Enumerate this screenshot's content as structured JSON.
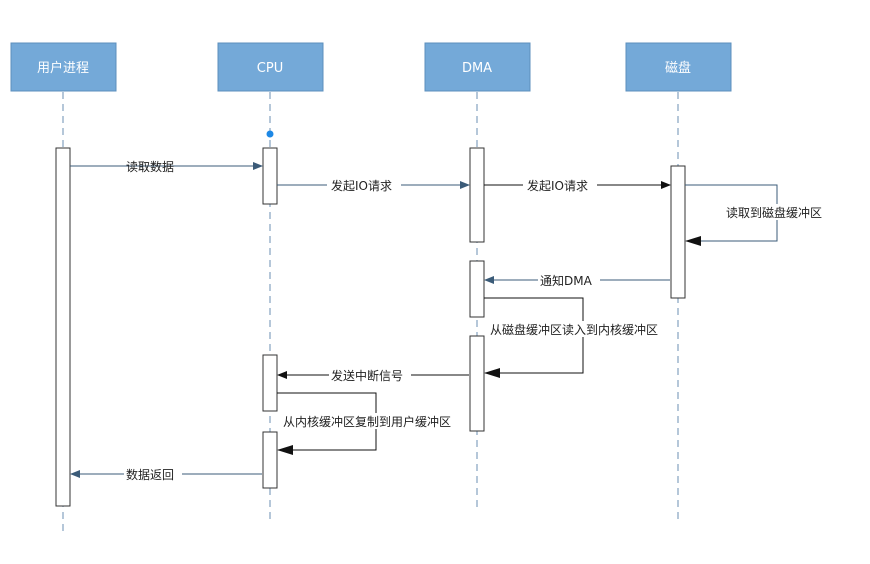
{
  "colors": {
    "header_fill": "#74a9d8",
    "header_stroke": "#5c8fbd",
    "header_text": "#ffffff",
    "lifeline": "#6b8fb3",
    "activation_fill": "#ffffff",
    "activation_stroke": "#333333",
    "arrow_blue": "#3b5b78",
    "arrow_black": "#111111",
    "start_dot": "#1e88e5"
  },
  "participants": [
    {
      "id": "user",
      "label": "用户进程"
    },
    {
      "id": "cpu",
      "label": "CPU"
    },
    {
      "id": "dma",
      "label": "DMA"
    },
    {
      "id": "disk",
      "label": "磁盘"
    }
  ],
  "messages": [
    {
      "id": "read-data",
      "label": "读取数据",
      "from": "user",
      "to": "cpu"
    },
    {
      "id": "cpu-io-request",
      "label": "发起IO请求",
      "from": "cpu",
      "to": "dma"
    },
    {
      "id": "dma-io-request",
      "label": "发起IO请求",
      "from": "dma",
      "to": "disk"
    },
    {
      "id": "read-to-disk-buffer",
      "label": "读取到磁盘缓冲区",
      "from": "disk",
      "to": "disk"
    },
    {
      "id": "notify-dma",
      "label": "通知DMA",
      "from": "disk",
      "to": "dma"
    },
    {
      "id": "disk-to-kernel-buffer",
      "label": "从磁盘缓冲区读入到内核缓冲区",
      "from": "dma",
      "to": "dma"
    },
    {
      "id": "send-interrupt",
      "label": "发送中断信号",
      "from": "dma",
      "to": "cpu"
    },
    {
      "id": "kernel-to-user-buffer",
      "label": "从内核缓冲区复制到用户缓冲区",
      "from": "cpu",
      "to": "cpu"
    },
    {
      "id": "return-data",
      "label": "数据返回",
      "from": "cpu",
      "to": "user"
    }
  ]
}
